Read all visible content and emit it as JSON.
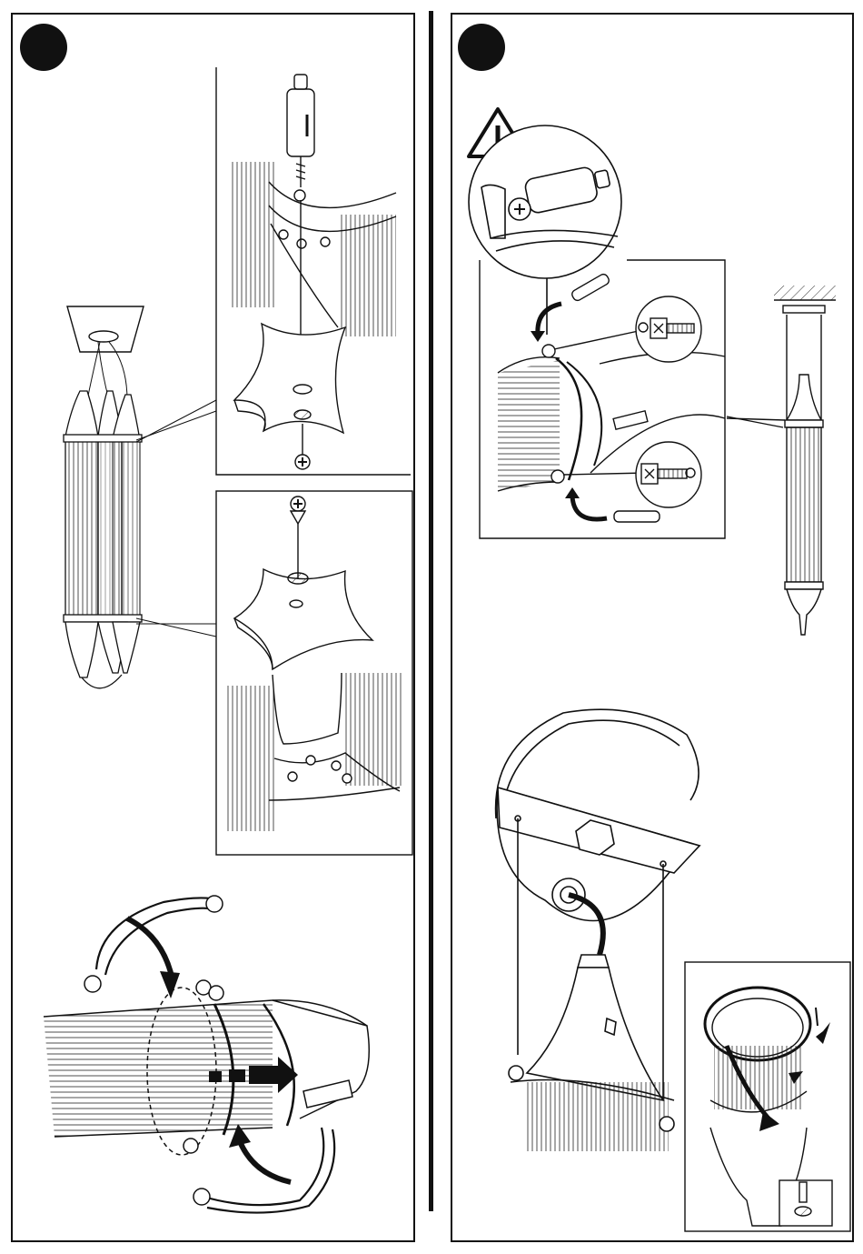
{
  "page": {
    "panels": [
      {
        "id": "left",
        "step_marker": "filled-circle",
        "subject": "mounting-plate-and-clamps"
      },
      {
        "id": "right",
        "step_marker": "filled-circle",
        "subject": "suspension-cables-and-cup"
      }
    ],
    "warning_symbol": "warning-triangle-icon",
    "colors": {
      "ink": "#111111",
      "paper": "#ffffff",
      "hatch": "#9a9a9a"
    }
  }
}
